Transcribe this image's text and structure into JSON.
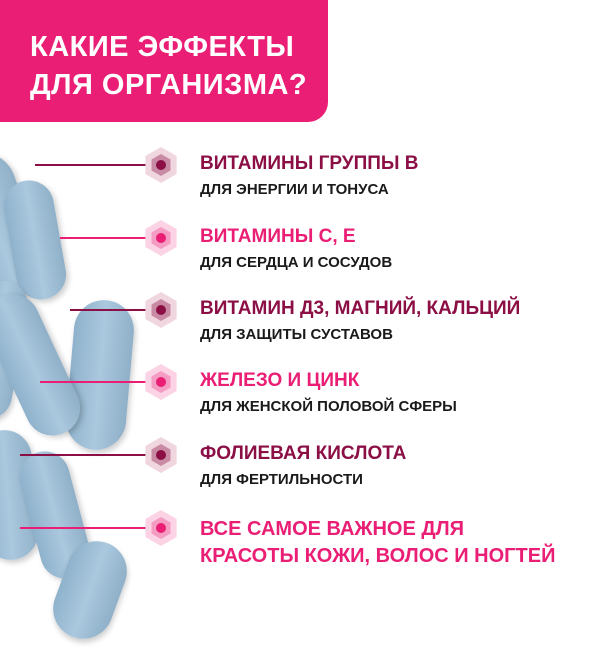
{
  "header": {
    "line1": "КАКИЕ ЭФФЕКТЫ",
    "line2": "ДЛЯ ОРГАНИЗМА?"
  },
  "colors": {
    "accent": "#e91e74",
    "dark": "#8b0f45"
  },
  "items": [
    {
      "title": "ВИТАМИНЫ ГРУППЫ В",
      "subtitle": "ДЛЯ ЭНЕРГИИ И ТОНУСА",
      "color": "#8b0f45"
    },
    {
      "title": "ВИТАМИНЫ С, Е",
      "subtitle": "ДЛЯ СЕРДЦА И СОСУДОВ",
      "color": "#e91e74"
    },
    {
      "title": "ВИТАМИН Д3, МАГНИЙ, КАЛЬЦИЙ",
      "subtitle": "ДЛЯ ЗАЩИТЫ СУСТАВОВ",
      "color": "#8b0f45"
    },
    {
      "title": "ЖЕЛЕЗО И ЦИНК",
      "subtitle": "ДЛЯ ЖЕНСКОЙ ПОЛОВОЙ СФЕРЫ",
      "color": "#e91e74"
    },
    {
      "title": "ФОЛИЕВАЯ КИСЛОТА",
      "subtitle": "ДЛЯ ФЕРТИЛЬНОСТИ",
      "color": "#8b0f45"
    },
    {
      "title1": "ВСЕ САМОЕ ВАЖНОЕ ДЛЯ",
      "title2": "КРАСОТЫ КОЖИ, ВОЛОС И НОГТЕЙ",
      "color": "#e91e74"
    }
  ]
}
